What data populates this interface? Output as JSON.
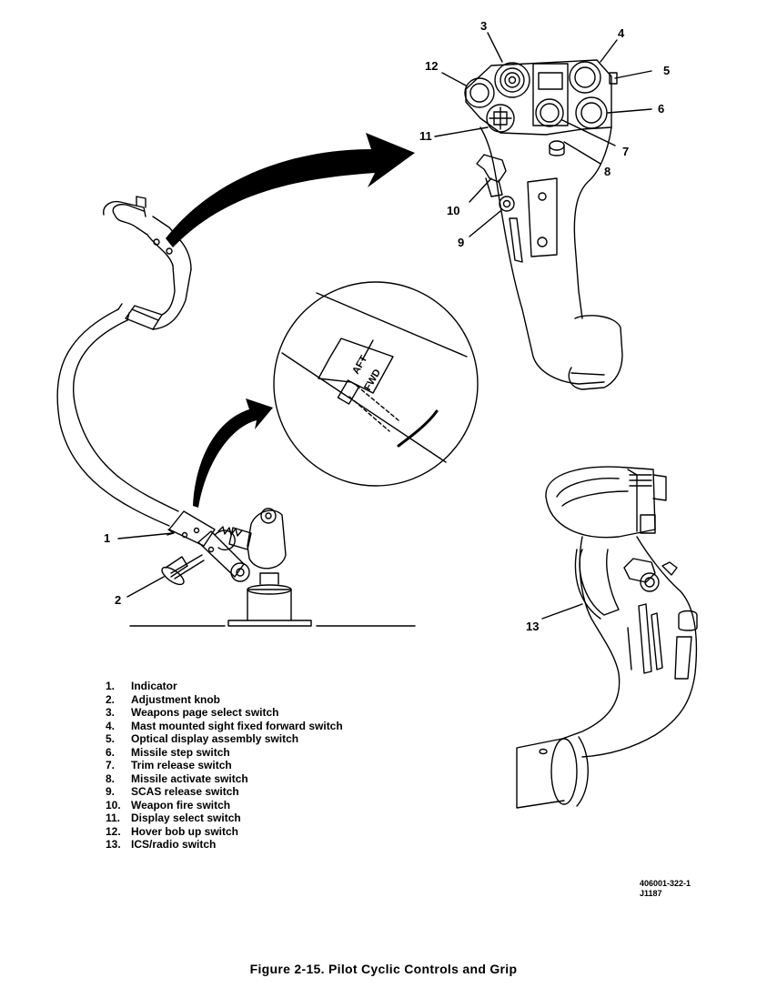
{
  "callouts": [
    "1",
    "2",
    "3",
    "4",
    "5",
    "6",
    "7",
    "8",
    "9",
    "10",
    "11",
    "12",
    "13"
  ],
  "legend": [
    {
      "num": "1.",
      "text": "Indicator"
    },
    {
      "num": "2.",
      "text": "Adjustment knob"
    },
    {
      "num": "3.",
      "text": "Weapons page select switch"
    },
    {
      "num": "4.",
      "text": "Mast mounted sight fixed forward switch"
    },
    {
      "num": "5.",
      "text": "Optical display assembly switch"
    },
    {
      "num": "6.",
      "text": "Missile step switch"
    },
    {
      "num": "7.",
      "text": "Trim release switch"
    },
    {
      "num": "8.",
      "text": "Missile activate switch"
    },
    {
      "num": "9.",
      "text": "SCAS release switch"
    },
    {
      "num": "10.",
      "text": "Weapon fire switch"
    },
    {
      "num": "11.",
      "text": "Display select switch"
    },
    {
      "num": "12.",
      "text": "Hover bob up switch"
    },
    {
      "num": "13.",
      "text": "ICS/radio switch"
    }
  ],
  "indicator_labels": {
    "aft": "AFT",
    "fwd": "FWD"
  },
  "drawing_ref": {
    "line1": "406001-322-1",
    "line2": "J1187"
  },
  "caption": "Figure 2-15.   Pilot Cyclic Controls and Grip"
}
